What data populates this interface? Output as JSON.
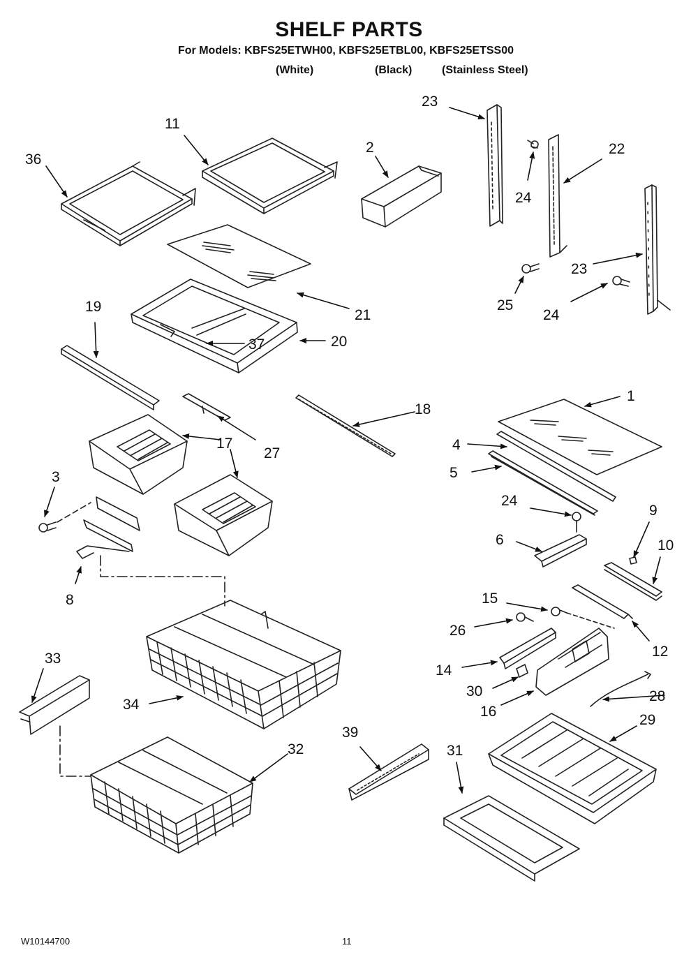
{
  "header": {
    "title": "SHELF PARTS",
    "models": "For Models: KBFS25ETWH00, KBFS25ETBL00, KBFS25ETSS00",
    "variants": [
      "(White)",
      "(Black)",
      "(Stainless Steel)"
    ]
  },
  "footer": {
    "doc_number": "W10144700",
    "page_number": "11"
  },
  "callouts": [
    "36",
    "11",
    "2",
    "23",
    "24",
    "22",
    "23",
    "25",
    "24",
    "21",
    "19",
    "37",
    "20",
    "18",
    "1",
    "17",
    "27",
    "3",
    "4",
    "5",
    "24",
    "9",
    "6",
    "10",
    "8",
    "15",
    "26",
    "12",
    "33",
    "14",
    "30",
    "28",
    "34",
    "16",
    "29",
    "39",
    "31",
    "32"
  ]
}
